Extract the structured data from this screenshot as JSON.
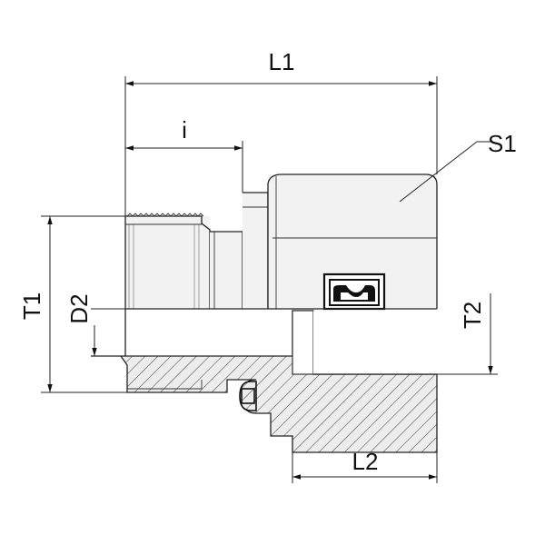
{
  "diagram": {
    "labels": {
      "l1": "L1",
      "i": "i",
      "s1": "S1",
      "t1": "T1",
      "d2": "D2",
      "t2": "T2",
      "l2": "L2"
    }
  }
}
